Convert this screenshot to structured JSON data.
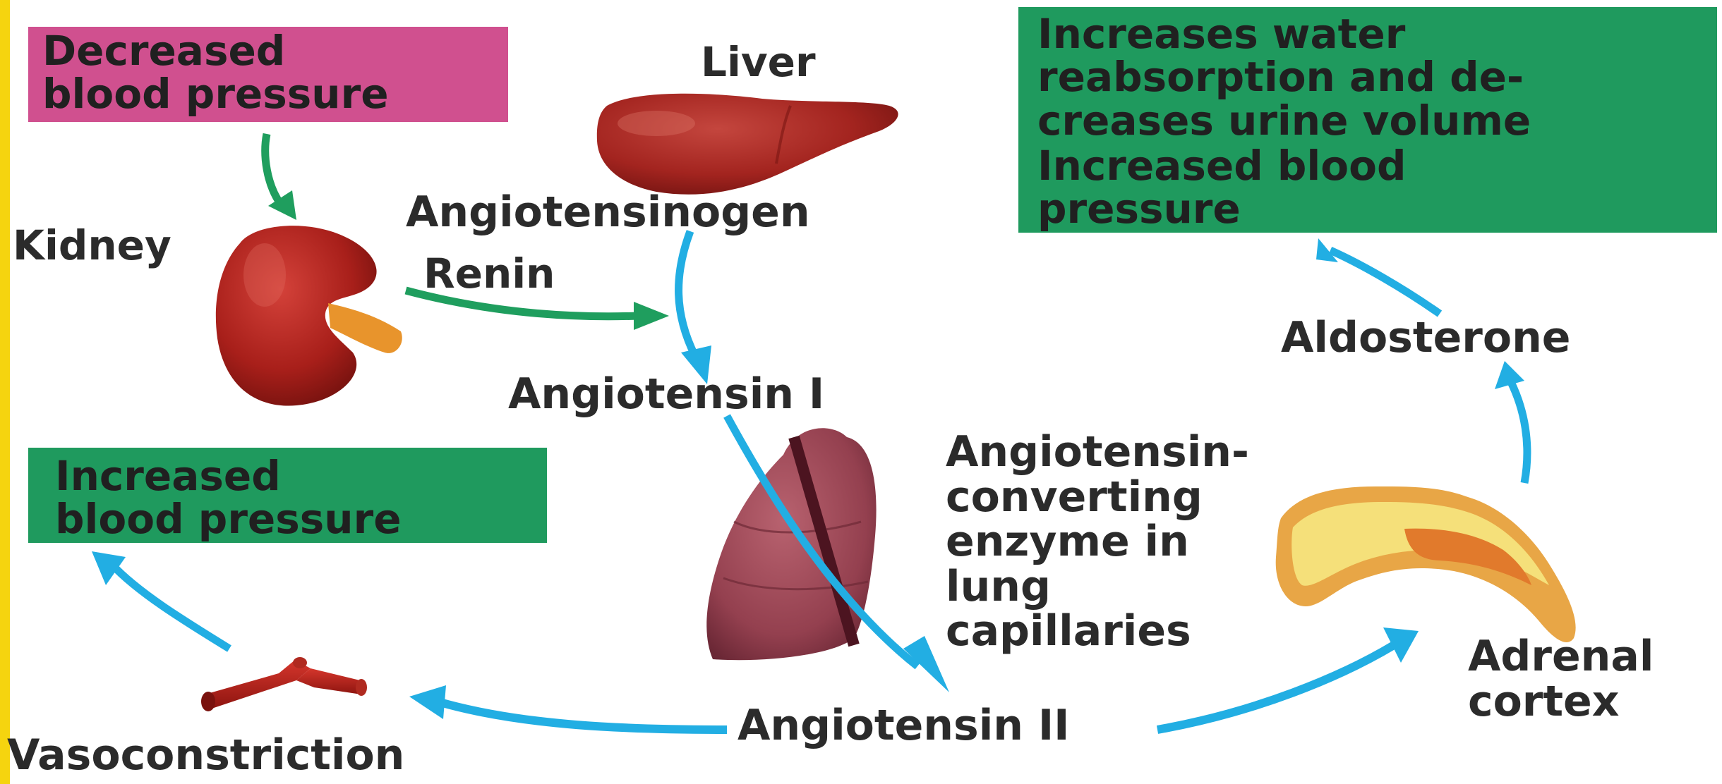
{
  "colors": {
    "pink_box": "#d0508f",
    "green_box": "#1f9a5e",
    "green_arrow": "#1f9e5e",
    "blue_arrow": "#22aee3",
    "edge_strip": "#f5d40f"
  },
  "boxes": {
    "decreased_bp": "Decreased\nblood pressure",
    "water_reabsorption": "Increases water\nreabsorption and de-\ncreases urine volume",
    "increased_bp_top": "Increased blood\npressure",
    "increased_bp_left": "Increased\nblood pressure"
  },
  "labels": {
    "liver": "Liver",
    "kidney": "Kidney",
    "angiotensinogen": "Angiotensinogen",
    "renin": "Renin",
    "angiotensin_i": "Angiotensin I",
    "ace": "Angiotensin-\nconverting\nenzyme in\nlung\ncapillaries",
    "aldosterone": "Aldosterone",
    "adrenal_cortex": "Adrenal\ncortex",
    "angiotensin_ii": "Angiotensin II",
    "vasoconstriction": "Vasoconstriction"
  },
  "icons": [
    "liver-icon",
    "kidney-icon",
    "lung-icon",
    "adrenal-gland-icon",
    "blood-vessel-icon"
  ]
}
